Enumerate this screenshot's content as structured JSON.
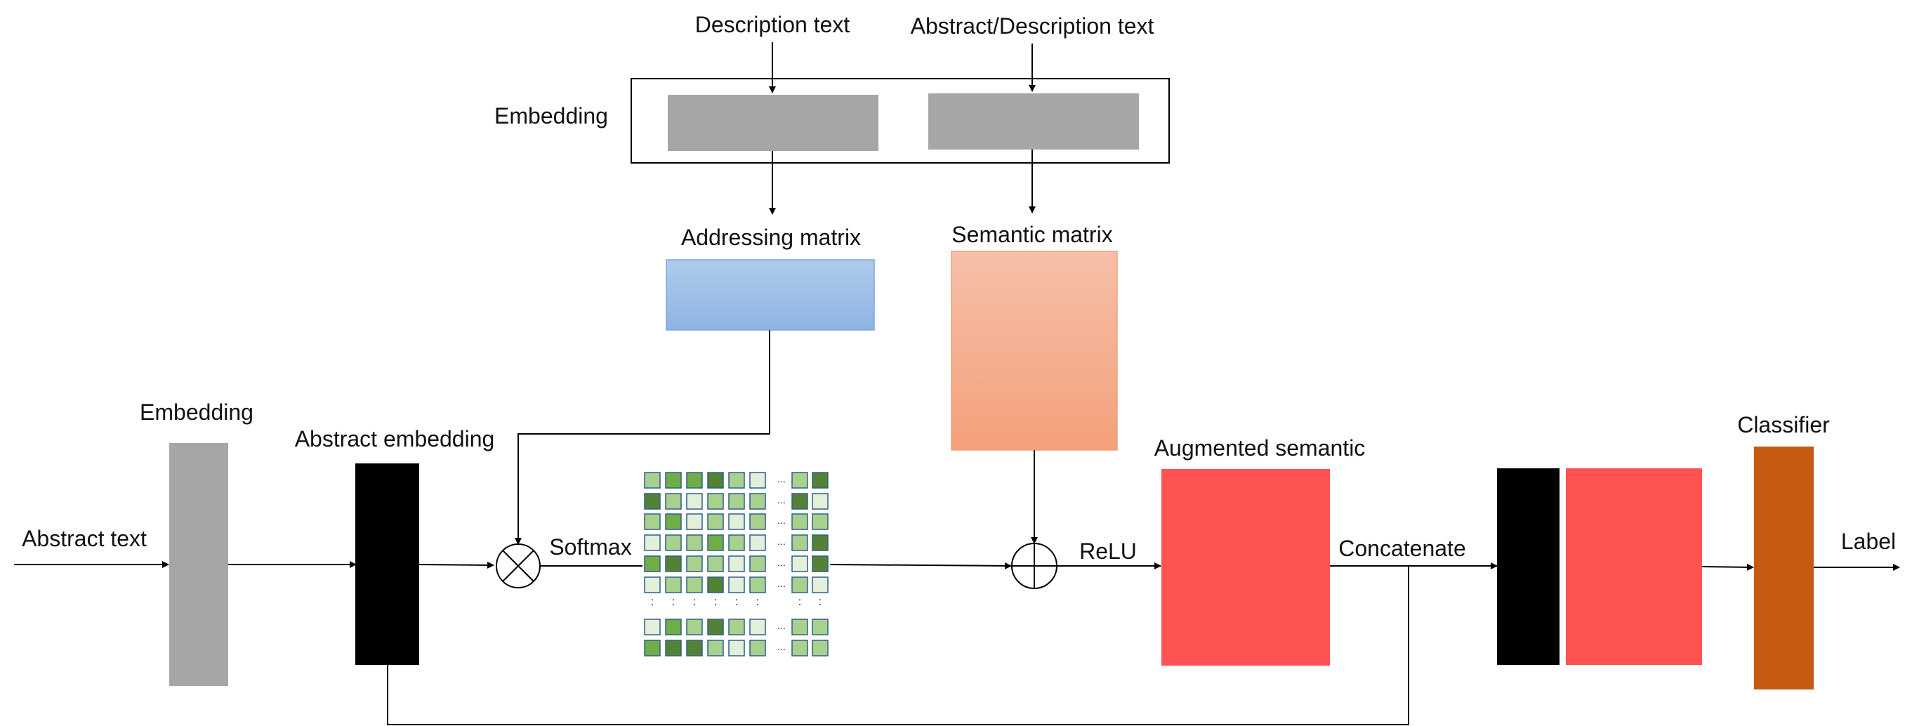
{
  "labels": {
    "description_text": "Description text",
    "abstract_description_text": "Abstract/Description text",
    "embedding_top": "Embedding",
    "addressing_matrix": "Addressing matrix",
    "semantic_matrix": "Semantic matrix",
    "embedding_left": "Embedding",
    "abstract_embedding": "Abstract embedding",
    "abstract_text": "Abstract text",
    "softmax": "Softmax",
    "relu": "ReLU",
    "augmented_semantic": "Augmented semantic",
    "concatenate": "Concatenate",
    "classifier": "Classifier",
    "label": "Label"
  },
  "grid": {
    "ellipsis": "...",
    "vertical_dots": ":"
  },
  "colors": {
    "gray_block": "#a6a6a6",
    "black_block": "#000000",
    "addressing_top": "#aecbed",
    "addressing_bottom": "#8fb4e3",
    "semantic_top": "#f6c0a8",
    "semantic_bottom": "#f4a07a",
    "augmented_red": "#ff5252",
    "classifier_brown": "#c55a11",
    "green_dark": "#548235",
    "green_mid": "#70ad47",
    "green_light": "#a9d18e",
    "green_pale": "#e2f0d9"
  }
}
